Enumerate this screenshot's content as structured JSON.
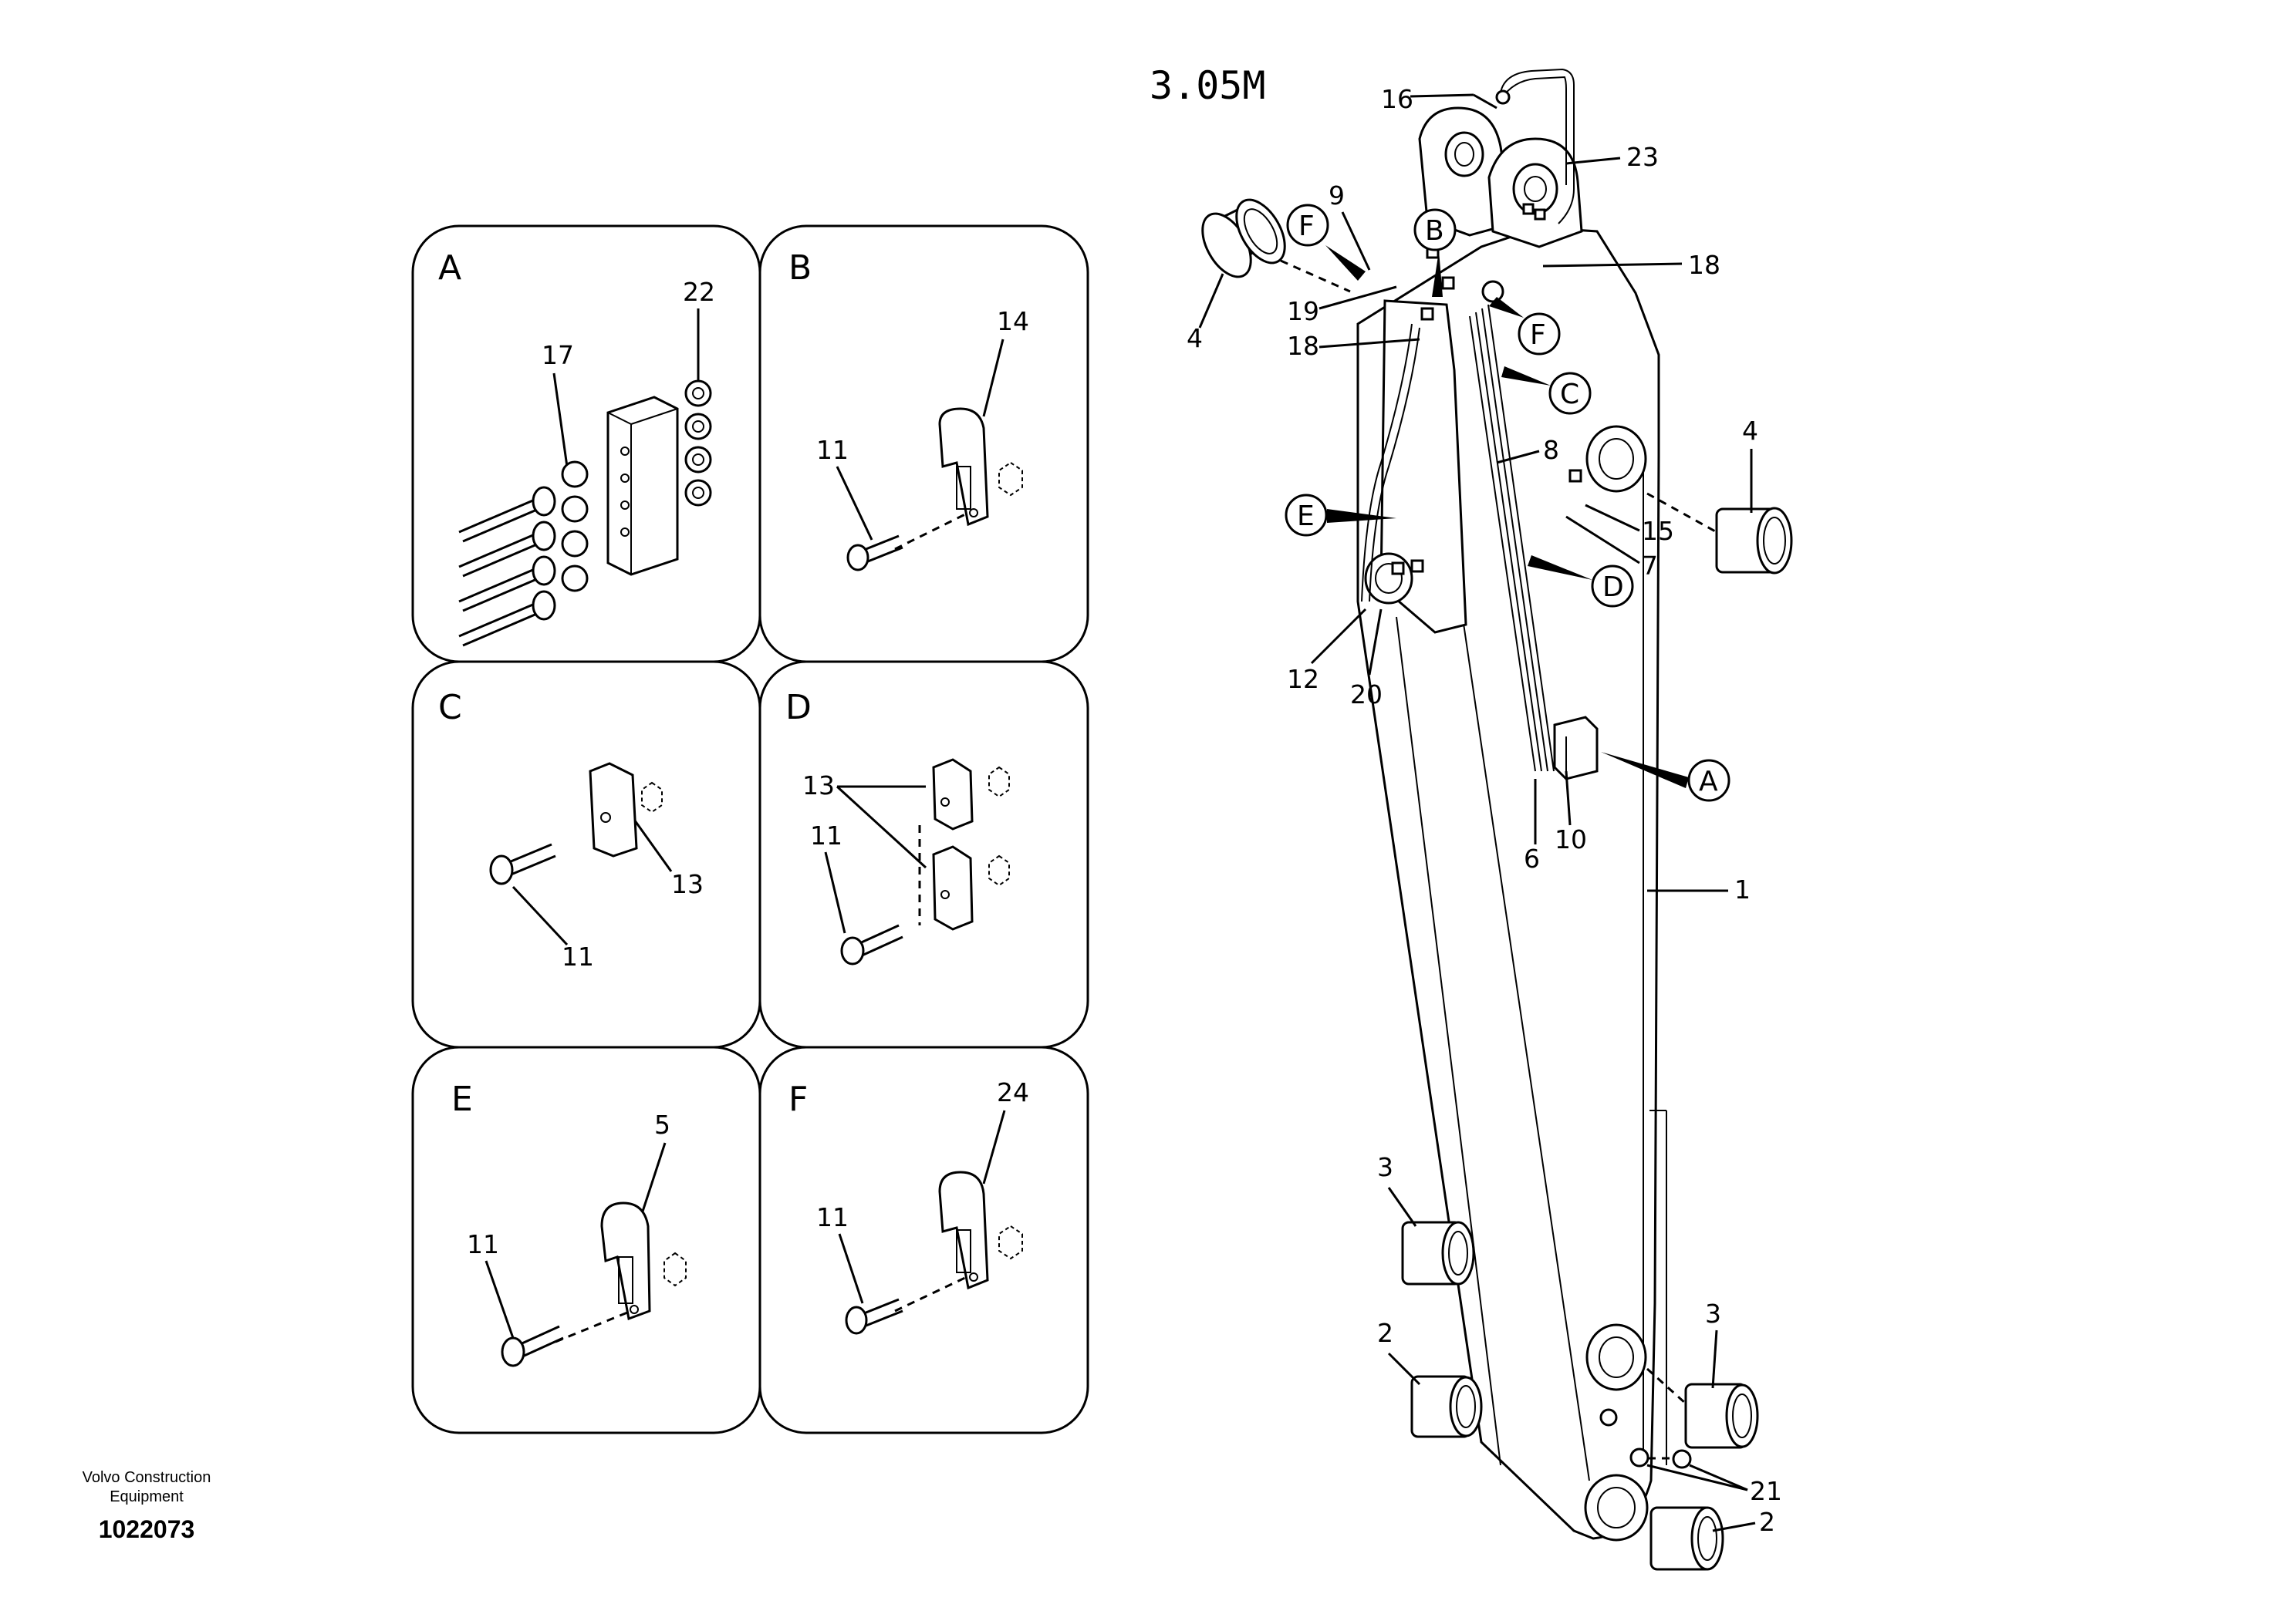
{
  "title": "3.05M",
  "footer": {
    "brand_line1": "Volvo Construction",
    "brand_line2": "Equipment",
    "drawing_number": "1022073"
  },
  "panels": {
    "A": {
      "letter": "A",
      "labels": [
        "22",
        "17"
      ]
    },
    "B": {
      "letter": "B",
      "labels": [
        "14",
        "11"
      ]
    },
    "C": {
      "letter": "C",
      "labels": [
        "13",
        "11"
      ]
    },
    "D": {
      "letter": "D",
      "labels": [
        "13",
        "11"
      ]
    },
    "E": {
      "letter": "E",
      "labels": [
        "5",
        "11"
      ]
    },
    "F": {
      "letter": "F",
      "labels": [
        "24",
        "11"
      ]
    }
  },
  "main_labels": {
    "l16": "16",
    "l23": "23",
    "l9": "9",
    "l18a": "18",
    "l19": "19",
    "l18b": "18",
    "l4a": "4",
    "l4b": "4",
    "l8": "8",
    "l15": "15",
    "l7": "7",
    "l12": "12",
    "l20": "20",
    "l10": "10",
    "l6": "6",
    "l1": "1",
    "l3a": "3",
    "l3b": "3",
    "l2a": "2",
    "l2b": "2",
    "l21": "21"
  },
  "callouts": {
    "F1": "F",
    "B": "B",
    "F2": "F",
    "C": "C",
    "E": "E",
    "D": "D",
    "A": "A"
  }
}
